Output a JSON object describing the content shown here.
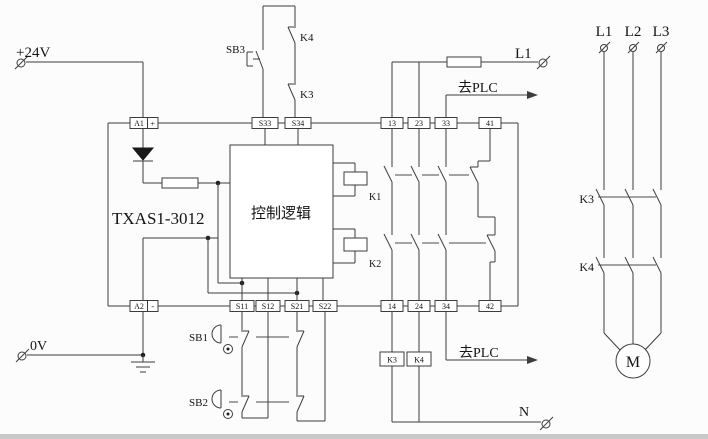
{
  "sch": {
    "power": {
      "p24": "+24V",
      "zero": "0V",
      "l1_top": "L1",
      "n": "N"
    },
    "module": {
      "model": "TXAS1-3012",
      "logic": "控制逻辑"
    },
    "terminals": {
      "a1": "A1",
      "a1_pol": "+",
      "a2": "A2",
      "a2_pol": "-",
      "s33": "S33",
      "s34": "S34",
      "s11": "S11",
      "s12": "S12",
      "s21": "S21",
      "s22": "S22",
      "t13": "13",
      "t23": "23",
      "t33": "33",
      "t41": "41",
      "t14": "14",
      "t24": "24",
      "t34": "34",
      "t42": "42"
    },
    "buttons": {
      "sb1": "SB1",
      "sb2": "SB2",
      "sb3": "SB3"
    },
    "contactors": {
      "k1": "K1",
      "k2": "K2",
      "k3": "K3",
      "k4": "K4"
    },
    "annotations": {
      "to_plc": "去PLC"
    },
    "motor": {
      "m": "M",
      "phases": [
        "L1",
        "L2",
        "L3"
      ]
    }
  },
  "colors": {
    "line": "#3d3d3d",
    "text": "#141414",
    "background": "#fcfcfc"
  }
}
